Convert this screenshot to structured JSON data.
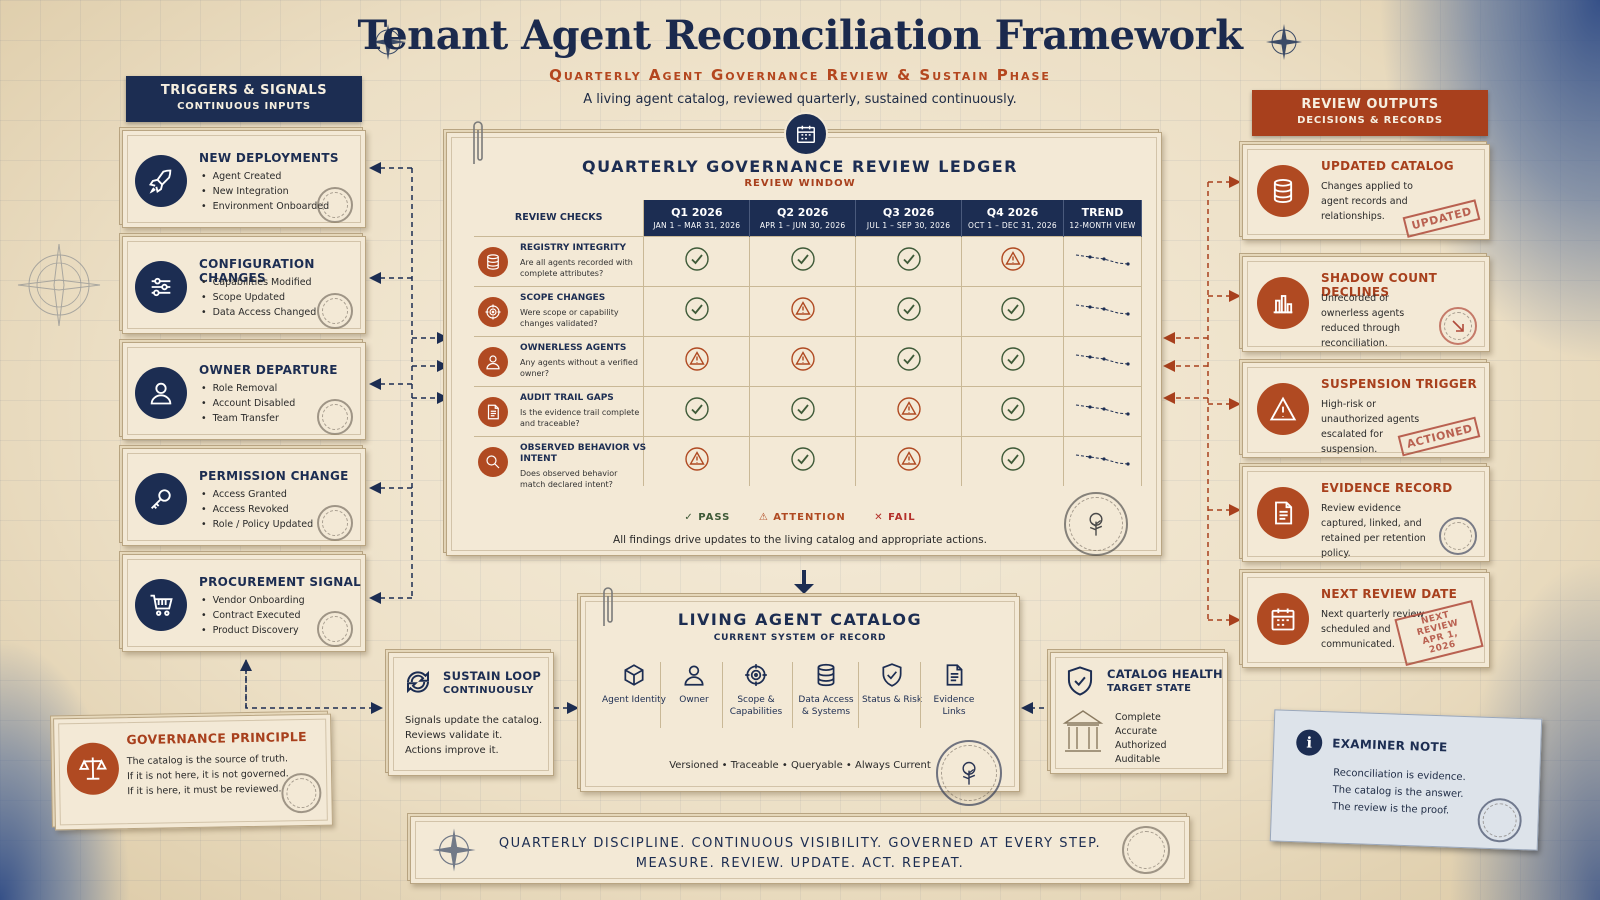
{
  "title": "Tenant Agent Reconciliation Framework",
  "subtitle": "Quarterly Agent Governance Review & Sustain Phase",
  "tagline": "A living agent catalog, reviewed quarterly, sustained continuously.",
  "triggers": {
    "banner_title": "TRIGGERS & SIGNALS",
    "banner_sub": "CONTINUOUS INPUTS",
    "items": [
      {
        "title": "NEW DEPLOYMENTS",
        "icon": "rocket-icon",
        "bullets": [
          "Agent Created",
          "New Integration",
          "Environment Onboarded"
        ]
      },
      {
        "title": "CONFIGURATION CHANGES",
        "icon": "sliders-icon",
        "bullets": [
          "Capabilities Modified",
          "Scope Updated",
          "Data Access Changed"
        ]
      },
      {
        "title": "OWNER DEPARTURE",
        "icon": "user-icon",
        "bullets": [
          "Role Removal",
          "Account Disabled",
          "Team Transfer"
        ]
      },
      {
        "title": "PERMISSION CHANGE",
        "icon": "key-icon",
        "bullets": [
          "Access Granted",
          "Access Revoked",
          "Role / Policy Updated"
        ]
      },
      {
        "title": "PROCUREMENT SIGNAL",
        "icon": "cart-icon",
        "bullets": [
          "Vendor Onboarding",
          "Contract Executed",
          "Product Discovery"
        ]
      }
    ]
  },
  "ledger": {
    "title": "QUARTERLY GOVERNANCE REVIEW LEDGER",
    "sub": "REVIEW WINDOW",
    "check_header": "REVIEW CHECKS",
    "quarters": [
      {
        "label": "Q1 2026",
        "range": "JAN 1 – MAR 31, 2026"
      },
      {
        "label": "Q2 2026",
        "range": "APR 1 – JUN 30, 2026"
      },
      {
        "label": "Q3 2026",
        "range": "JUL 1 – SEP 30, 2026"
      },
      {
        "label": "Q4 2026",
        "range": "OCT 1 – DEC 31, 2026"
      }
    ],
    "trend_label": "TREND",
    "trend_sub": "12-MONTH VIEW",
    "rows": [
      {
        "title": "REGISTRY INTEGRITY",
        "question": "Are all agents recorded with complete attributes?",
        "icon": "database-icon",
        "status": [
          "pass",
          "pass",
          "pass",
          "attention"
        ]
      },
      {
        "title": "SCOPE CHANGES",
        "question": "Were scope or capability changes validated?",
        "icon": "target-icon",
        "status": [
          "pass",
          "attention",
          "pass",
          "pass"
        ]
      },
      {
        "title": "OWNERLESS AGENTS",
        "question": "Any agents without a verified owner?",
        "icon": "user-icon",
        "status": [
          "attention",
          "attention",
          "pass",
          "pass"
        ]
      },
      {
        "title": "AUDIT TRAIL GAPS",
        "question": "Is the evidence trail complete and traceable?",
        "icon": "document-icon",
        "status": [
          "pass",
          "pass",
          "attention",
          "pass"
        ]
      },
      {
        "title": "OBSERVED BEHAVIOR VS INTENT",
        "question": "Does observed behavior match declared intent?",
        "icon": "magnifier-icon",
        "status": [
          "attention",
          "pass",
          "attention",
          "pass"
        ]
      }
    ],
    "legend": {
      "pass": "PASS",
      "attention": "ATTENTION",
      "fail": "FAIL"
    },
    "footnote": "All findings drive updates to the living catalog and appropriate actions."
  },
  "catalog": {
    "title": "LIVING AGENT CATALOG",
    "sub": "CURRENT SYSTEM OF RECORD",
    "items": [
      {
        "label": "Agent Identity",
        "icon": "cube-icon"
      },
      {
        "label": "Owner",
        "icon": "user-icon"
      },
      {
        "label": "Scope & Capabilities",
        "icon": "target-icon"
      },
      {
        "label": "Data Access & Systems",
        "icon": "database-icon"
      },
      {
        "label": "Status & Risk",
        "icon": "shield-icon"
      },
      {
        "label": "Evidence Links",
        "icon": "document-icon"
      }
    ],
    "footer": "Versioned  •  Traceable  •  Queryable  •  Always Current"
  },
  "outputs": {
    "banner_title": "REVIEW OUTPUTS",
    "banner_sub": "DECISIONS & RECORDS",
    "items": [
      {
        "title": "UPDATED CATALOG",
        "icon": "database-icon",
        "text": "Changes applied to agent records and relationships.",
        "stamp": "UPDATED"
      },
      {
        "title": "SHADOW COUNT DECLINES",
        "icon": "bar-chart-icon",
        "text": "Unrecorded or ownerless agents reduced through reconciliation.",
        "stamp": ""
      },
      {
        "title": "SUSPENSION TRIGGER",
        "icon": "warning-icon",
        "text": "High-risk or unauthorized agents escalated for suspension.",
        "stamp": "ACTIONED"
      },
      {
        "title": "EVIDENCE RECORD",
        "icon": "document-icon",
        "text": "Review evidence captured, linked, and retained per retention policy.",
        "stamp": ""
      },
      {
        "title": "NEXT REVIEW DATE",
        "icon": "calendar-icon",
        "text": "Next quarterly review scheduled and communicated.",
        "stamp": "NEXT REVIEW APR 1, 2026"
      }
    ]
  },
  "sustain": {
    "title": "SUSTAIN LOOP",
    "sub": "CONTINUOUSLY",
    "lines": [
      "Signals update the catalog.",
      "Reviews validate it.",
      "Actions improve it."
    ]
  },
  "health": {
    "title": "CATALOG HEALTH",
    "sub": "TARGET STATE",
    "items": [
      "Complete",
      "Accurate",
      "Authorized",
      "Auditable"
    ]
  },
  "principle": {
    "title": "GOVERNANCE PRINCIPLE",
    "lines": [
      "The catalog is the source of truth.",
      "If it is not here, it is not governed.",
      "If it is here, it must be reviewed."
    ]
  },
  "examiner": {
    "title": "EXAMINER NOTE",
    "lines": [
      "Reconciliation is evidence.",
      "The catalog is the answer.",
      "The review is the proof."
    ]
  },
  "bottom": {
    "line1": "QUARTERLY DISCIPLINE. CONTINUOUS VISIBILITY. GOVERNED AT EVERY STEP.",
    "line2": "MEASURE. REVIEW. UPDATE. ACT. REPEAT."
  },
  "colors": {
    "navy": "#1c2d52",
    "rust": "#b04a22",
    "pass": "#3e5a38",
    "attention": "#b04a22",
    "fail": "#b4302a"
  }
}
